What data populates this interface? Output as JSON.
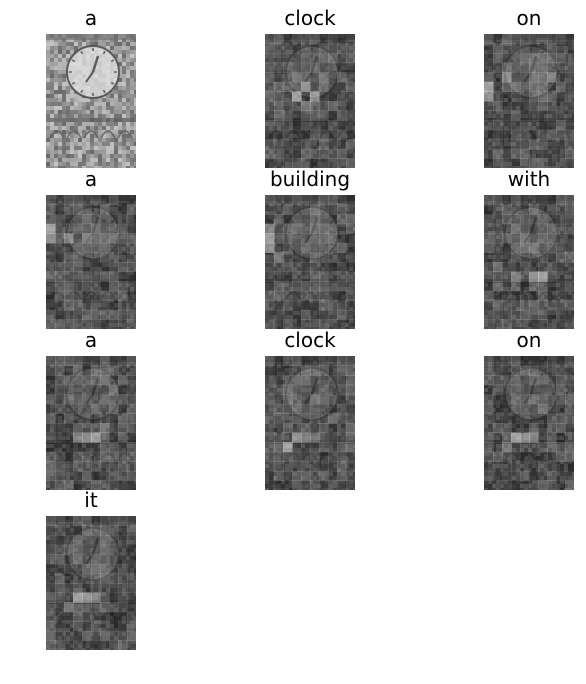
{
  "image_caption_attention": {
    "words": [
      "a",
      "clock",
      "on",
      "a",
      "building",
      "with",
      "a",
      "clock",
      "on",
      "it"
    ],
    "grid_columns": 3,
    "attention_grid_size": [
      14,
      10
    ],
    "panels": [
      {
        "word": "a",
        "type": "original"
      },
      {
        "word": "clock",
        "type": "attention",
        "hot": [
          [
            6,
            3
          ],
          [
            6,
            5
          ],
          [
            5,
            4
          ],
          [
            7,
            4
          ],
          [
            5,
            2
          ]
        ]
      },
      {
        "word": "on",
        "type": "attention",
        "hot": [
          [
            5,
            0
          ],
          [
            6,
            0
          ],
          [
            4,
            2
          ],
          [
            4,
            7
          ],
          [
            5,
            3
          ]
        ]
      },
      {
        "word": "a",
        "type": "attention",
        "hot": [
          [
            3,
            0
          ],
          [
            4,
            0
          ],
          [
            4,
            2
          ],
          [
            4,
            4
          ],
          [
            8,
            0
          ]
        ]
      },
      {
        "word": "building",
        "type": "attention",
        "hot": [
          [
            4,
            0
          ],
          [
            5,
            0
          ],
          [
            3,
            0
          ],
          [
            6,
            1
          ],
          [
            8,
            6
          ]
        ]
      },
      {
        "word": "with",
        "type": "attention",
        "hot": [
          [
            8,
            6
          ],
          [
            8,
            5
          ],
          [
            8,
            3
          ],
          [
            7,
            1
          ],
          [
            6,
            9
          ]
        ]
      },
      {
        "word": "a",
        "type": "attention",
        "hot": [
          [
            8,
            5
          ],
          [
            8,
            4
          ],
          [
            8,
            3
          ],
          [
            7,
            6
          ],
          [
            8,
            6
          ]
        ]
      },
      {
        "word": "clock",
        "type": "attention",
        "hot": [
          [
            9,
            2
          ],
          [
            8,
            3
          ],
          [
            8,
            4
          ],
          [
            8,
            5
          ],
          [
            9,
            1
          ]
        ]
      },
      {
        "word": "on",
        "type": "attention",
        "hot": [
          [
            8,
            3
          ],
          [
            8,
            4
          ],
          [
            8,
            5
          ],
          [
            9,
            2
          ],
          [
            8,
            2
          ]
        ]
      },
      {
        "word": "it",
        "type": "attention",
        "hot": [
          [
            8,
            3
          ],
          [
            8,
            4
          ],
          [
            8,
            5
          ],
          [
            9,
            2
          ],
          [
            9,
            6
          ]
        ]
      }
    ]
  }
}
